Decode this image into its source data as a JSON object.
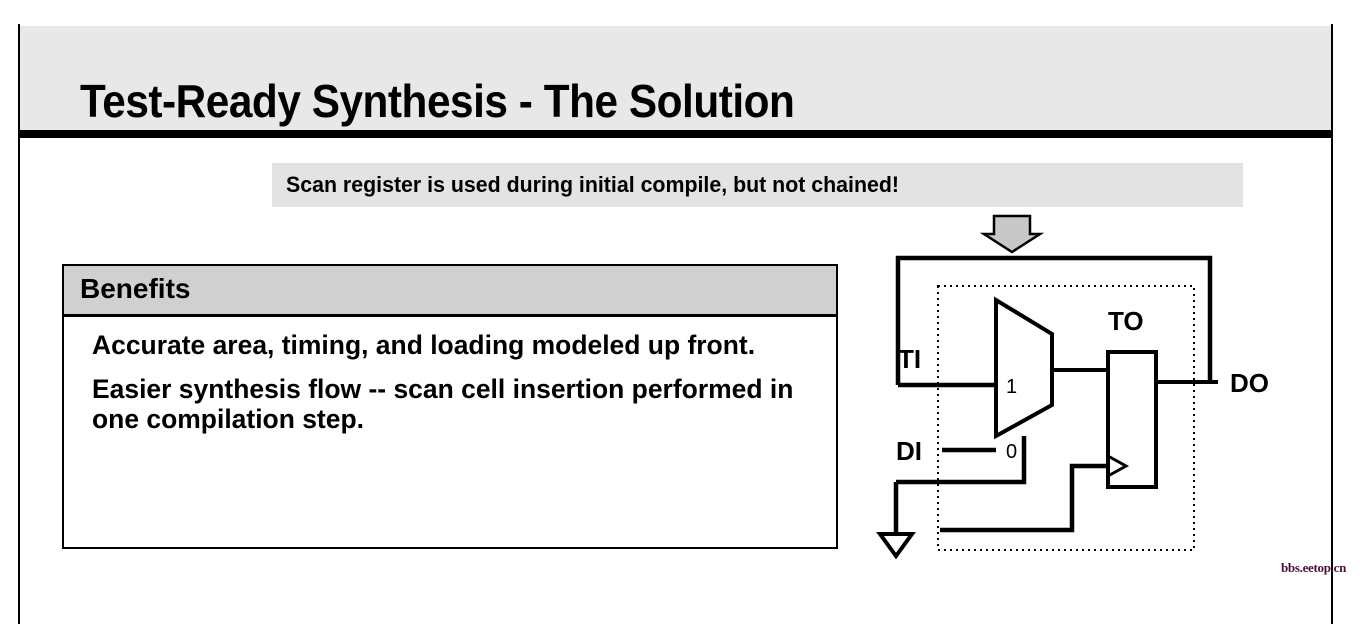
{
  "slide": {
    "title": "Test-Ready Synthesis - The Solution",
    "banner": "Scan register is used during initial compile, but not chained!",
    "watermark": "bbs.eetop.cn",
    "colors": {
      "title_band_bg": "#e8e8e8",
      "title_rule": "#000000",
      "banner_bg": "#e3e3e3",
      "table_header_bg": "#d0d0d0",
      "arrow_fill": "#c8c8c8",
      "watermark_color": "#4a1236",
      "text": "#000000"
    }
  },
  "benefits": {
    "header": "Benefits",
    "items": [
      "Accurate area, timing, and loading modeled up front.",
      "Easier synthesis flow -- scan cell insertion performed in one compilation step."
    ]
  },
  "circuit": {
    "caption_arrow": "down-arrow",
    "labels": {
      "ti": "TI",
      "di": "DI",
      "to": "TO",
      "do": "DO",
      "mux_sel_one": "1",
      "mux_sel_zero": "0"
    },
    "components": [
      "multiplexer",
      "flip-flop-register",
      "ground-symbol",
      "scan-cell-boundary"
    ]
  }
}
